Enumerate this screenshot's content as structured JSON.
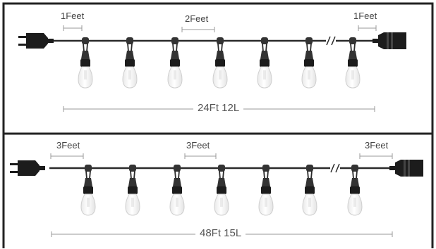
{
  "colors": {
    "frame": "#222222",
    "cable": "#2a2a2a",
    "plug": "#1c1c1c",
    "socket": "#333333",
    "bulb_glass": "#f6f6f6",
    "bulb_outline": "#cfcfcf",
    "dimension_line": "#999999",
    "label_text": "#444444"
  },
  "top_strand": {
    "spacing_labels": [
      "1Feet",
      "2Feet",
      "1Feet"
    ],
    "length_label": "24Ft 12L",
    "visible_bulbs": 7,
    "break_mark": "//"
  },
  "bottom_strand": {
    "spacing_labels": [
      "3Feet",
      "3Feet",
      "3Feet"
    ],
    "length_label": "48Ft 15L",
    "visible_bulbs": 7,
    "break_mark": "//"
  },
  "icons": [
    "male-plug-icon",
    "female-connector-icon",
    "bulb-icon",
    "cable-break-icon"
  ]
}
